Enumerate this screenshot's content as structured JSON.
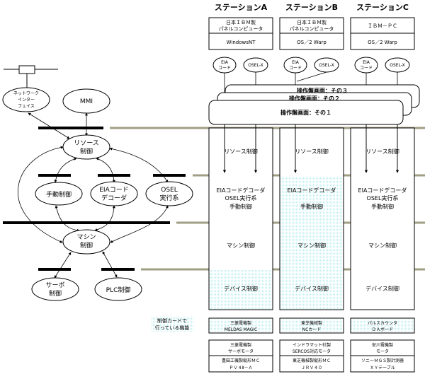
{
  "stations": [
    {
      "title": "ステーションA",
      "hardware": [
        "日本ＩＢＭ製",
        "パネルコンピュータ"
      ],
      "os": "WindowsNT",
      "inputs": [
        [
          "EIA",
          "コード"
        ],
        [
          "OSEL-X"
        ]
      ],
      "layers": {
        "resource": "リソース制御",
        "decoder": [
          "EIAコードデコーダ",
          "OSEL実行系",
          "手動制御"
        ],
        "machine": "マシン制御",
        "device": "デバイス制御"
      },
      "card": [
        "三菱電機製",
        "MELDAS MAGIC"
      ],
      "motor": [
        "三菱電機製",
        "サーボモータ"
      ],
      "machine_tool": [
        "豊田工機製縦形ＭＣ",
        "ＰＶ４Ⅱ－Ａ"
      ]
    },
    {
      "title": "ステーションB",
      "hardware": [
        "日本ＩＢＭ製",
        "パネルコンピュータ"
      ],
      "os": "OS／2 Warp",
      "inputs": [
        [
          "EIA",
          "コード"
        ],
        [
          "OSEL-X"
        ]
      ],
      "layers": {
        "resource": "リソース制御",
        "decoder": [
          "EIAコードデコーダ",
          "",
          "手動制御"
        ],
        "machine": "マシン制御",
        "device": "デバイス制御"
      },
      "card": [
        "東芝機械製",
        "NCカード"
      ],
      "motor": [
        "インドラマット社製",
        "SERCOS対応モータ"
      ],
      "machine_tool": [
        "東芝機械製縦形ＭＣ",
        "ＪＲＶ４０"
      ]
    },
    {
      "title": "ステーションC",
      "hardware": [
        "ＩＢＭ－ＰＣ"
      ],
      "os": "OS／2 Warp",
      "inputs": [
        [
          "EIA",
          "コード"
        ],
        [
          "OSEL-X"
        ]
      ],
      "layers": {
        "resource": "リソース制御",
        "decoder": [
          "EIAコードデコーダ",
          "OSEL実行系",
          "手動制御"
        ],
        "machine": "マシン制御",
        "device": "デバイス制御"
      },
      "card": [
        "パルスカウンタ",
        "ＤＡボード"
      ],
      "motor": [
        "安川電機製",
        "モータ"
      ],
      "machine_tool": [
        "ソニーＭＧＳ製計測器",
        "ＸＹテーブル"
      ]
    }
  ],
  "panels": [
    "操作盤画面：その３",
    "操作盤画面：その２",
    "操作盤画面：その１"
  ],
  "card_label": [
    "制御カードで",
    "行っている機能"
  ],
  "architecture": {
    "network_interface": [
      "ネットワーク",
      "インター",
      "フェイス"
    ],
    "mmi": "MMI",
    "resource": [
      "リソース",
      "制御"
    ],
    "manual": "手動制御",
    "eia_decoder": [
      "EIAコード",
      "デコーダ"
    ],
    "osel": [
      "OSEL",
      "実行系"
    ],
    "machine": [
      "マシン",
      "制御"
    ],
    "servo": [
      "サーボ",
      "制御"
    ],
    "plc": "PLC制御"
  },
  "colors": {
    "layer_line": "#a09e85",
    "shade": "#bfeef0"
  }
}
